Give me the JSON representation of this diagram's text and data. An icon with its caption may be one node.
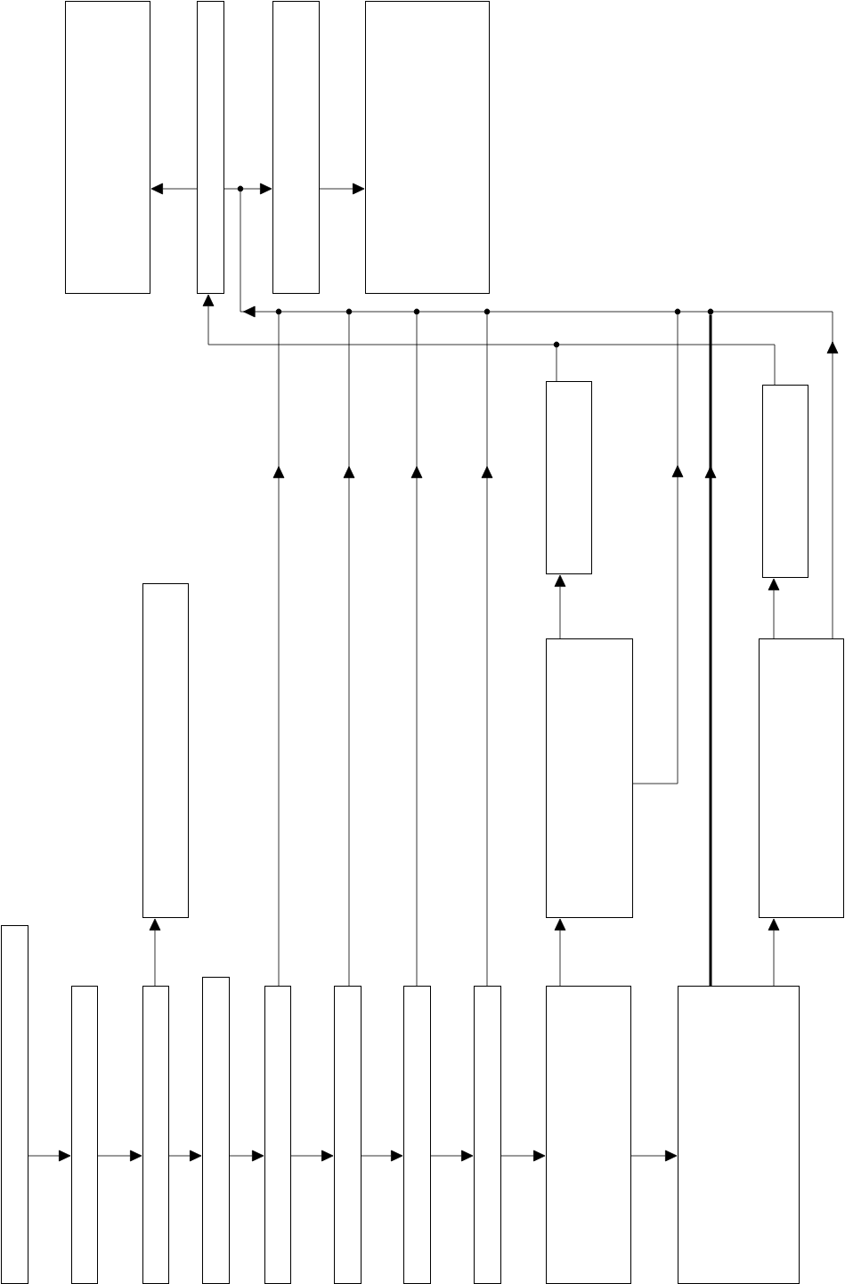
{
  "diagram": {
    "nodes": [
      {
        "text": [],
        "shape": "box"
      },
      {
        "text": [],
        "shape": "box"
      },
      {
        "text": [],
        "shape": "box"
      },
      {
        "text": [],
        "shape": "box"
      },
      {
        "text": [],
        "shape": "box"
      },
      {
        "text": [],
        "shape": "box"
      },
      {
        "text": [],
        "shape": "box"
      },
      {
        "text": [],
        "shape": "box"
      },
      {
        "text": [],
        "shape": "box"
      },
      {
        "text": [],
        "shape": "box"
      },
      {
        "text": [],
        "shape": "box"
      },
      {
        "text": [],
        "shape": "box"
      },
      {
        "text": [],
        "shape": "box"
      },
      {
        "text": [],
        "shape": "box"
      },
      {
        "text": [],
        "shape": "box"
      },
      {
        "text": [],
        "shape": "box"
      },
      {
        "text": [],
        "shape": "box"
      },
      {
        "text": [],
        "shape": "box"
      },
      {
        "text": [],
        "shape": "box"
      },
      {
        "text": [],
        "shape": "circle"
      },
      {
        "text": [],
        "shape": "circle"
      },
      {
        "text": [],
        "shape": "circle"
      },
      {
        "text": [],
        "shape": "circle"
      },
      {
        "text": [],
        "shape": "circle"
      },
      {
        "text": [],
        "shape": "circle"
      },
      {
        "text": [],
        "shape": "circle"
      },
      {
        "text": [],
        "shape": "circle"
      }
    ],
    "edges": [
      {
        "from": 1,
        "to": 0,
        "arrow": "to"
      },
      {
        "from": 1,
        "to": 19,
        "arrow": "none"
      },
      {
        "from": 19,
        "to": 2,
        "arrow": "to"
      },
      {
        "from": 2,
        "to": 3,
        "arrow": "to"
      },
      {
        "from": 9,
        "to": 10,
        "arrow": "to"
      },
      {
        "from": 10,
        "to": 11,
        "arrow": "to"
      },
      {
        "from": 11,
        "to": 12,
        "arrow": "to"
      },
      {
        "from": 12,
        "to": 13,
        "arrow": "to"
      },
      {
        "from": 13,
        "to": 14,
        "arrow": "to"
      },
      {
        "from": 14,
        "to": 15,
        "arrow": "to"
      },
      {
        "from": 15,
        "to": 16,
        "arrow": "to"
      },
      {
        "from": 16,
        "to": 17,
        "arrow": "to"
      },
      {
        "from": 17,
        "to": 18,
        "arrow": "to"
      },
      {
        "from": 11,
        "to": 6,
        "arrow": "to"
      },
      {
        "from": 17,
        "to": 7,
        "arrow": "to"
      },
      {
        "from": 7,
        "to": 4,
        "arrow": "to"
      },
      {
        "from": 18,
        "to": 8,
        "arrow": "to"
      },
      {
        "from": 8,
        "to": 5,
        "arrow": "to"
      },
      {
        "from": 4,
        "to": 26,
        "arrow": "none"
      },
      {
        "from": 5,
        "to": 26,
        "arrow": "none"
      },
      {
        "from": 26,
        "to": 1,
        "arrow": "to"
      },
      {
        "from": 8,
        "to": 25,
        "arrow": "to"
      },
      {
        "from": 18,
        "to": 25,
        "arrow": "to",
        "style": "thick"
      },
      {
        "from": 25,
        "to": 24,
        "arrow": "none"
      },
      {
        "from": 7,
        "to": 24,
        "arrow": "to"
      },
      {
        "from": 24,
        "to": 23,
        "arrow": "none"
      },
      {
        "from": 16,
        "to": 23,
        "arrow": "to"
      },
      {
        "from": 23,
        "to": 22,
        "arrow": "none"
      },
      {
        "from": 15,
        "to": 22,
        "arrow": "to"
      },
      {
        "from": 22,
        "to": 21,
        "arrow": "none"
      },
      {
        "from": 14,
        "to": 21,
        "arrow": "to"
      },
      {
        "from": 21,
        "to": 20,
        "arrow": "none"
      },
      {
        "from": 13,
        "to": 20,
        "arrow": "to"
      },
      {
        "from": 20,
        "to": 19,
        "arrow": "to"
      }
    ]
  }
}
